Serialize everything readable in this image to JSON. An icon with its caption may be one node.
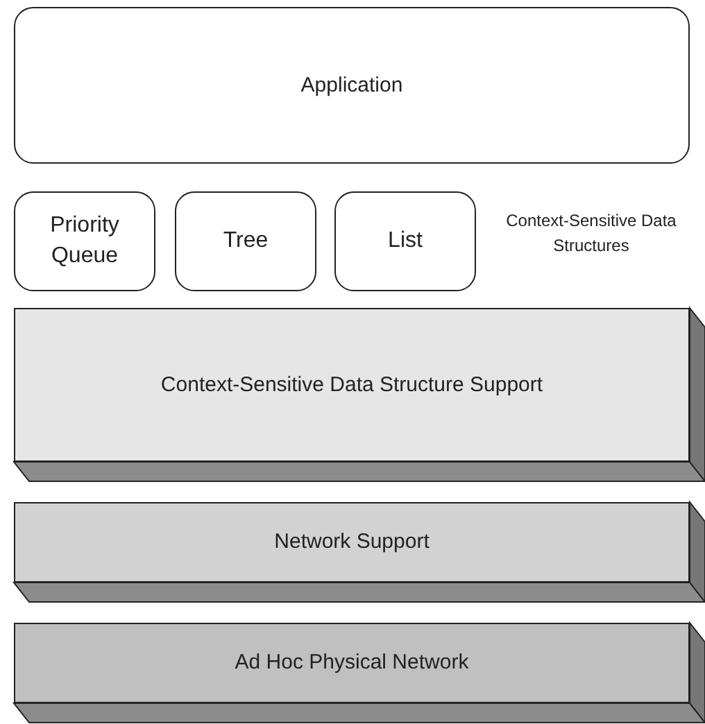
{
  "diagram": {
    "nodes": [
      {
        "text": [
          "Application"
        ]
      },
      {
        "text": [
          "Priority Queue"
        ]
      },
      {
        "text": [
          "Tree"
        ]
      },
      {
        "text": [
          "List"
        ]
      },
      {
        "text": [
          "Context-Sensitive Data Structure Support"
        ]
      },
      {
        "text": [
          "Network Support"
        ]
      },
      {
        "text": [
          "Ad Hoc Physical Network"
        ]
      }
    ],
    "labels": [
      "Context-Sensitive Data Structures"
    ]
  }
}
